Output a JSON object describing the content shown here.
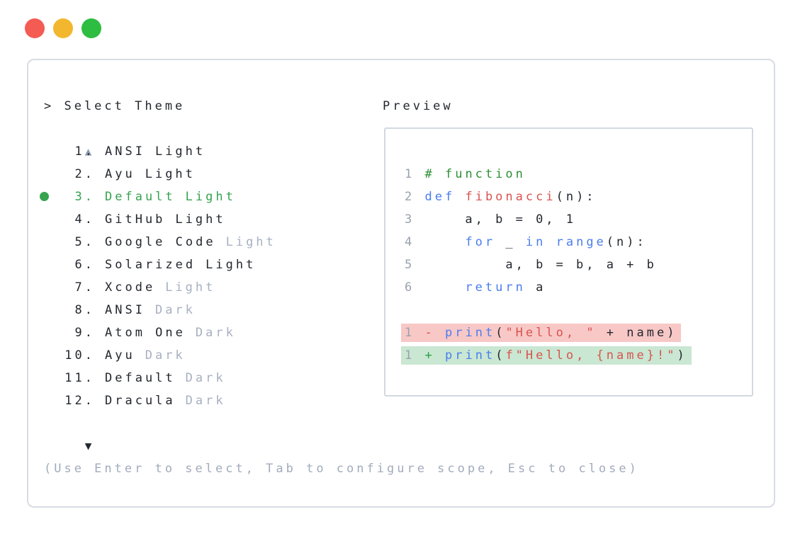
{
  "colors": {
    "traffic_red": "#f45b52",
    "traffic_yellow": "#f2b72e",
    "traffic_green": "#2dbd41",
    "panel_border": "#d8dce3",
    "text_dark": "#23272e",
    "text_muted": "#a7b0c0",
    "selected_green": "#35a34f",
    "keyword_blue": "#4a7df0",
    "string_red": "#d95350",
    "comment_green": "#2e8f35",
    "diff_del_bg": "#f8c8c6",
    "diff_ins_bg": "#c9e7d2"
  },
  "window": {
    "close_icon": "close-circle",
    "minimize_icon": "minimize-circle",
    "zoom_icon": "zoom-circle"
  },
  "selector": {
    "prompt": "> Select Theme",
    "scroll_up_icon": "▲",
    "scroll_down_icon": "▼",
    "help": "(Use Enter to select, Tab to configure scope, Esc to close)",
    "items": [
      {
        "number": "1.",
        "name": "ANSI",
        "variant": "Light",
        "muted_variant": false,
        "selected": false
      },
      {
        "number": "2.",
        "name": "Ayu",
        "variant": "Light",
        "muted_variant": false,
        "selected": false
      },
      {
        "number": "3.",
        "name": "Default",
        "variant": "Light",
        "muted_variant": false,
        "selected": true
      },
      {
        "number": "4.",
        "name": "GitHub",
        "variant": "Light",
        "muted_variant": false,
        "selected": false
      },
      {
        "number": "5.",
        "name": "Google Code",
        "variant": "Light",
        "muted_variant": true,
        "selected": false
      },
      {
        "number": "6.",
        "name": "Solarized",
        "variant": "Light",
        "muted_variant": false,
        "selected": false
      },
      {
        "number": "7.",
        "name": "Xcode",
        "variant": "Light",
        "muted_variant": true,
        "selected": false
      },
      {
        "number": "8.",
        "name": "ANSI",
        "variant": "Dark",
        "muted_variant": true,
        "selected": false
      },
      {
        "number": "9.",
        "name": "Atom One",
        "variant": "Dark",
        "muted_variant": true,
        "selected": false
      },
      {
        "number": "10.",
        "name": "Ayu",
        "variant": "Dark",
        "muted_variant": true,
        "selected": false
      },
      {
        "number": "11.",
        "name": "Default",
        "variant": "Dark",
        "muted_variant": true,
        "selected": false
      },
      {
        "number": "12.",
        "name": "Dracula",
        "variant": "Dark",
        "muted_variant": true,
        "selected": false
      }
    ]
  },
  "preview": {
    "title": "Preview",
    "lines": [
      {
        "band": null,
        "tokens": [
          {
            "t": "num",
            "s": "1"
          },
          {
            "t": "plain",
            "s": " "
          },
          {
            "t": "comment",
            "s": "# function"
          }
        ]
      },
      {
        "band": null,
        "tokens": [
          {
            "t": "num",
            "s": "2"
          },
          {
            "t": "plain",
            "s": " "
          },
          {
            "t": "kw",
            "s": "def"
          },
          {
            "t": "plain",
            "s": " "
          },
          {
            "t": "fn",
            "s": "fibonacci"
          },
          {
            "t": "plain",
            "s": "(n):"
          }
        ]
      },
      {
        "band": null,
        "tokens": [
          {
            "t": "num",
            "s": "3"
          },
          {
            "t": "plain",
            "s": "     a, b = 0, 1"
          }
        ]
      },
      {
        "band": null,
        "tokens": [
          {
            "t": "num",
            "s": "4"
          },
          {
            "t": "plain",
            "s": "     "
          },
          {
            "t": "kw",
            "s": "for"
          },
          {
            "t": "plain",
            "s": " _ "
          },
          {
            "t": "kw",
            "s": "in"
          },
          {
            "t": "plain",
            "s": " "
          },
          {
            "t": "kw",
            "s": "range"
          },
          {
            "t": "plain",
            "s": "(n):"
          }
        ]
      },
      {
        "band": null,
        "tokens": [
          {
            "t": "num",
            "s": "5"
          },
          {
            "t": "plain",
            "s": "         a, b = b, a + b"
          }
        ]
      },
      {
        "band": null,
        "tokens": [
          {
            "t": "num",
            "s": "6"
          },
          {
            "t": "plain",
            "s": "     "
          },
          {
            "t": "kw",
            "s": "return"
          },
          {
            "t": "plain",
            "s": " a"
          }
        ]
      },
      {
        "band": null,
        "tokens": []
      },
      {
        "band": "del",
        "tokens": [
          {
            "t": "num",
            "s": "1"
          },
          {
            "t": "plain",
            "s": " "
          },
          {
            "t": "del",
            "s": "-"
          },
          {
            "t": "plain",
            "s": " "
          },
          {
            "t": "kw",
            "s": "print"
          },
          {
            "t": "plain",
            "s": "("
          },
          {
            "t": "str",
            "s": "\"Hello, \""
          },
          {
            "t": "plain",
            "s": " + name)"
          }
        ]
      },
      {
        "band": "ins",
        "tokens": [
          {
            "t": "num",
            "s": "1"
          },
          {
            "t": "plain",
            "s": " "
          },
          {
            "t": "ins",
            "s": "+"
          },
          {
            "t": "plain",
            "s": " "
          },
          {
            "t": "kw",
            "s": "print"
          },
          {
            "t": "plain",
            "s": "("
          },
          {
            "t": "str",
            "s": "f\"Hello, {name}!\""
          },
          {
            "t": "plain",
            "s": ")"
          }
        ]
      }
    ]
  }
}
